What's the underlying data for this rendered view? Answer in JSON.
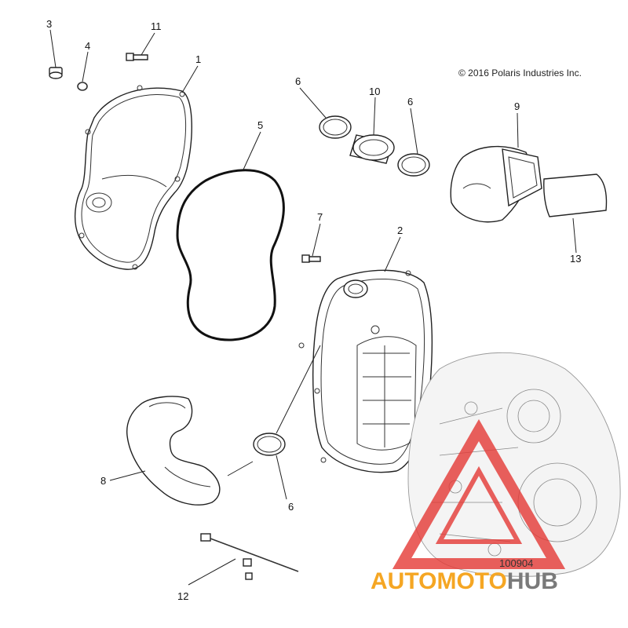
{
  "copyright": "© 2016 Polaris Industries Inc.",
  "diagram_id": "100904",
  "watermark": {
    "brand_left": "AUTOMOTO",
    "brand_right": "HUB",
    "colors": {
      "triangle": "#e53935",
      "left": "#f5a623",
      "right": "#7a7a7a"
    }
  },
  "callouts": {
    "c1": "1",
    "c2": "2",
    "c3": "3",
    "c4": "4",
    "c5": "5",
    "c6a": "6",
    "c6b": "6",
    "c6c": "6",
    "c7": "7",
    "c8": "8",
    "c9": "9",
    "c10": "10",
    "c11": "11",
    "c12": "12",
    "c13": "13"
  }
}
